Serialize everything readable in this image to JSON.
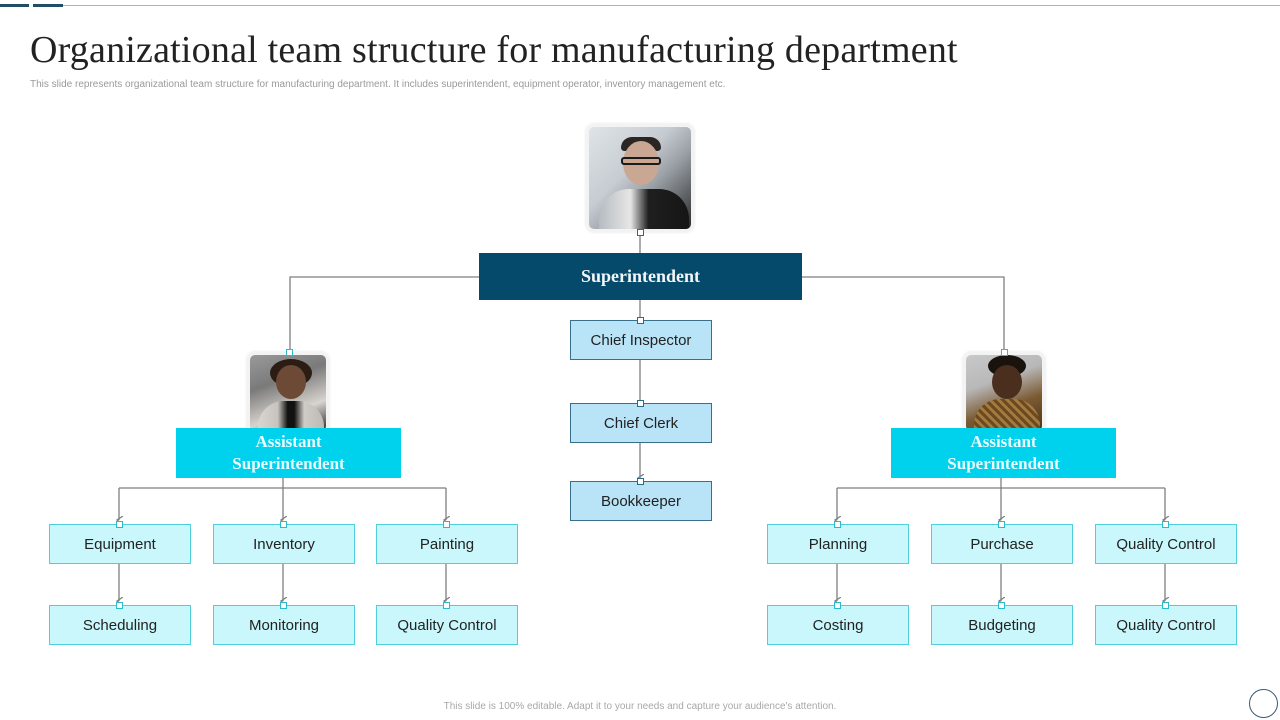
{
  "header": {
    "title": "Organizational team structure for manufacturing department",
    "subtitle": "This slide represents organizational team structure for manufacturing department. It includes superintendent, equipment  operator, inventory management etc."
  },
  "colors": {
    "superintendent_fill": "#064a6b",
    "assistant_fill": "#00d2ee",
    "center_node_fill": "#b9e4f8",
    "leaf_node_fill": "#c9f7fb",
    "leaf_node_border": "#4fcfdb",
    "connector": "#7f7f7f"
  },
  "org_chart": {
    "root": {
      "label": "Superintendent",
      "photo": "man-with-glasses-photo"
    },
    "center_chain": [
      {
        "label": "Chief Inspector"
      },
      {
        "label": "Chief Clerk"
      },
      {
        "label": "Bookkeeper"
      }
    ],
    "left_branch": {
      "label_line1": "Assistant",
      "label_line2": "Superintendent",
      "photo": "woman-curly-hair-photo",
      "columns": [
        {
          "top": "Equipment",
          "bottom": "Scheduling"
        },
        {
          "top": "Inventory",
          "bottom": "Monitoring"
        },
        {
          "top": "Painting",
          "bottom": "Quality Control"
        }
      ]
    },
    "right_branch": {
      "label_line1": "Assistant",
      "label_line2": "Superintendent",
      "photo": "woman-patterned-top-photo",
      "columns": [
        {
          "top": "Planning",
          "bottom": "Costing"
        },
        {
          "top": "Purchase",
          "bottom": "Budgeting"
        },
        {
          "top": "Quality Control",
          "bottom": "Quality Control"
        }
      ]
    }
  },
  "footer": {
    "note": "This slide is 100% editable.  Adapt it to your needs and capture your audience's attention."
  },
  "icons": {
    "nav": "circle-nav-icon"
  }
}
